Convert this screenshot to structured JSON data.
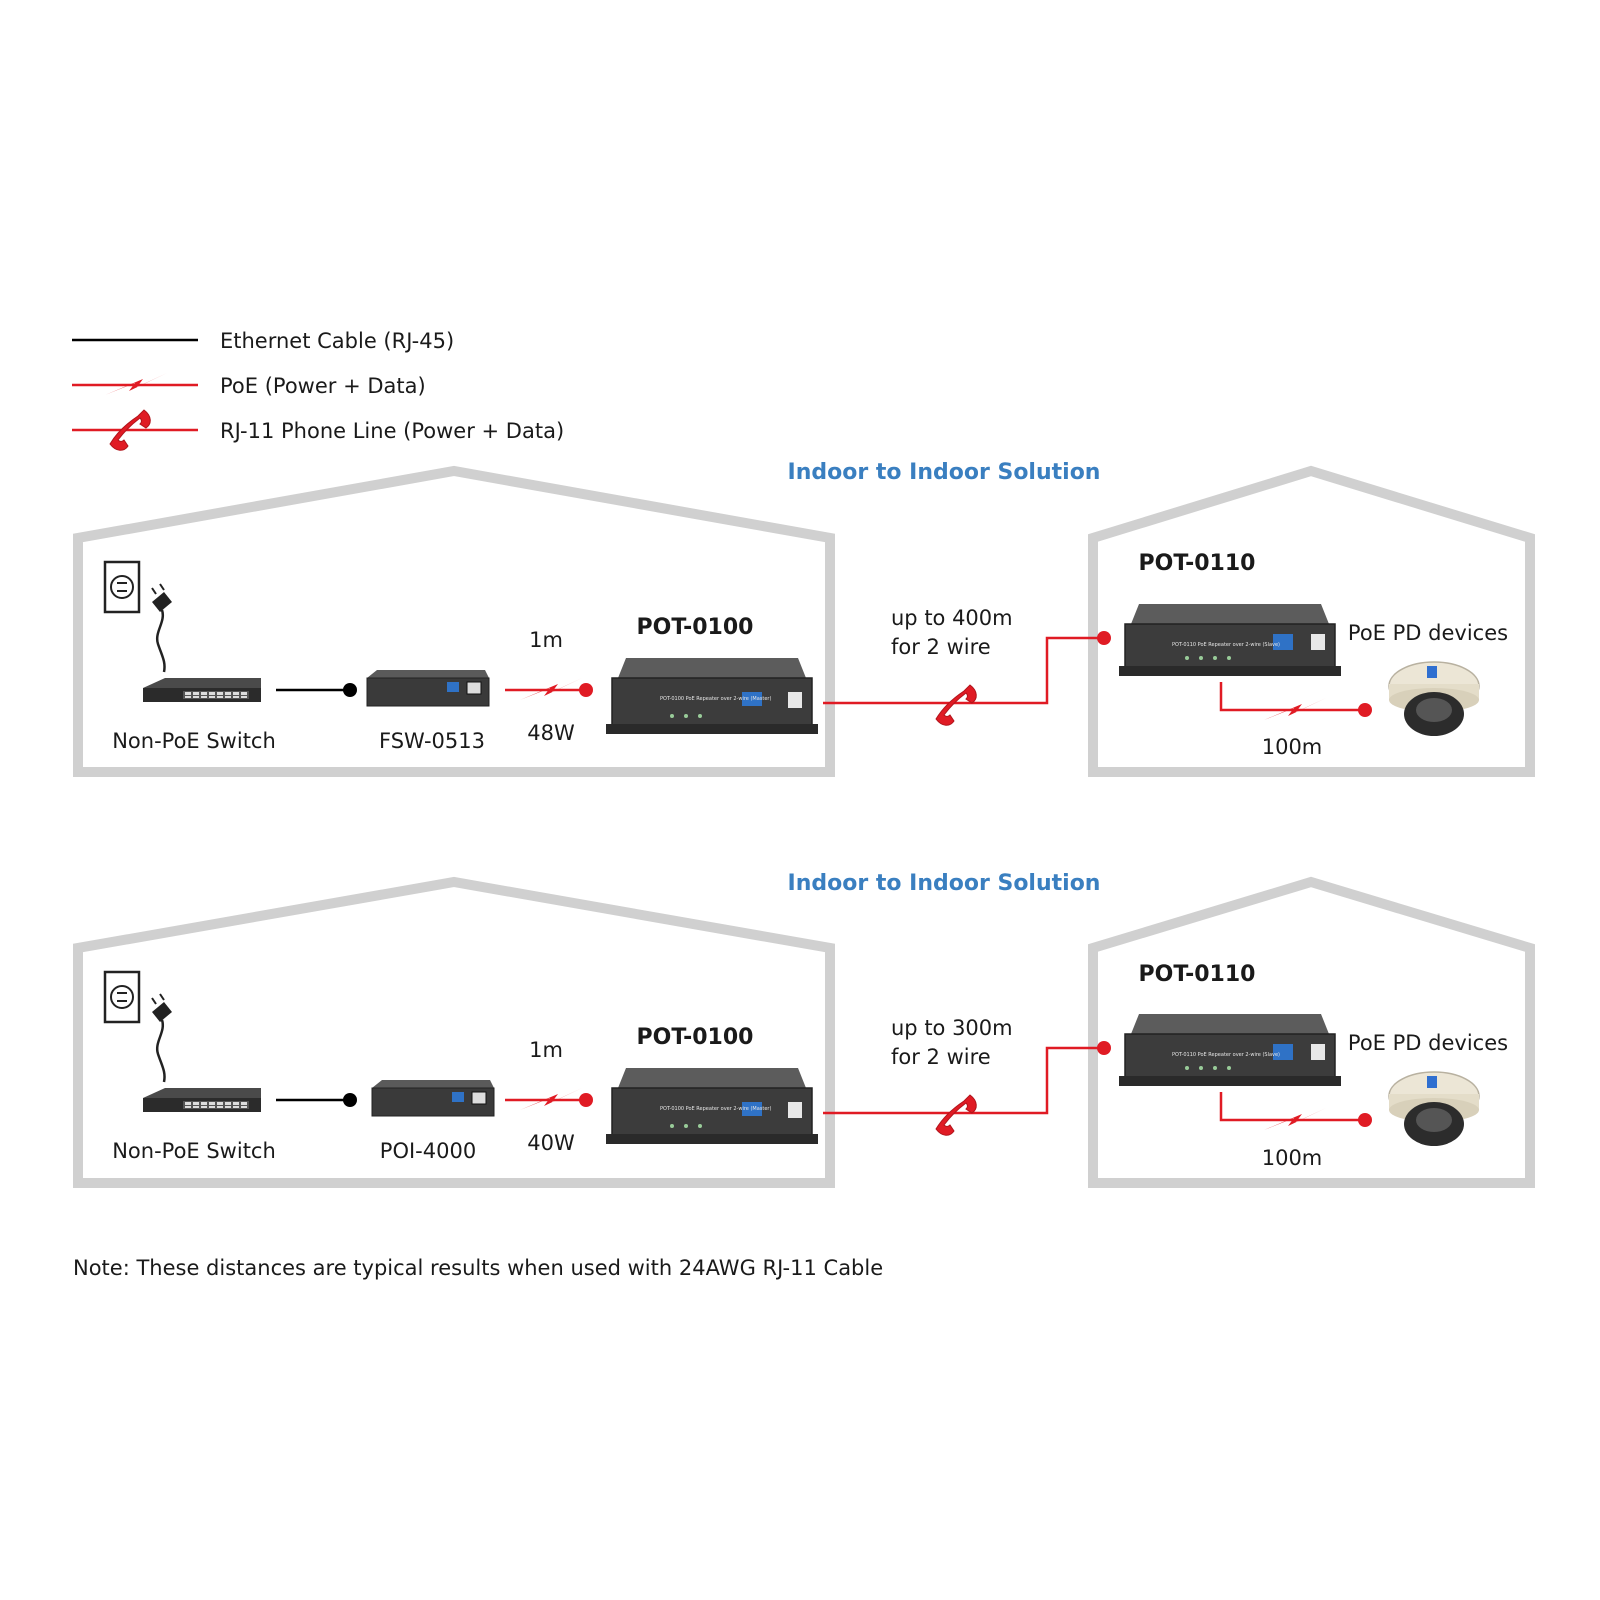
{
  "legend": {
    "ethernet": "Ethernet Cable (RJ-45)",
    "poe": "PoE (Power + Data)",
    "rj11": "RJ-11 Phone Line (Power + Data)"
  },
  "colors": {
    "house_outline": "#d0d0d0",
    "cable_black": "#000000",
    "line_red": "#e01b24",
    "title_blue": "#3a7fc0",
    "device_dark": "#3b3b3b"
  },
  "scenarios": [
    {
      "title": "Indoor to Indoor Solution",
      "switch_label": "Non-PoE Switch",
      "injector_label": "FSW-0513",
      "poe_length": "1m",
      "poe_power": "48W",
      "master_label": "POT-0100",
      "master_device_text": "POT-0100 PoE Repeater over 2-wire (Master)",
      "distance_line1": "up to 400m",
      "distance_line2": "for 2 wire",
      "slave_label": "POT-0110",
      "slave_device_text": "POT-0110 PoE Repeater over 2-wire (Slave)",
      "pd_label": "PoE PD devices",
      "pd_distance": "100m"
    },
    {
      "title": "Indoor to Indoor Solution",
      "switch_label": "Non-PoE Switch",
      "injector_label": "POI-4000",
      "poe_length": "1m",
      "poe_power": "40W",
      "master_label": "POT-0100",
      "master_device_text": "POT-0100 PoE Repeater over 2-wire (Master)",
      "distance_line1": "up to 300m",
      "distance_line2": "for 2 wire",
      "slave_label": "POT-0110",
      "slave_device_text": "POT-0110 PoE Repeater over 2-wire (Slave)",
      "pd_label": "PoE PD devices",
      "pd_distance": "100m"
    }
  ],
  "note": "Note: These distances are typical results when used with 24AWG RJ-11 Cable"
}
